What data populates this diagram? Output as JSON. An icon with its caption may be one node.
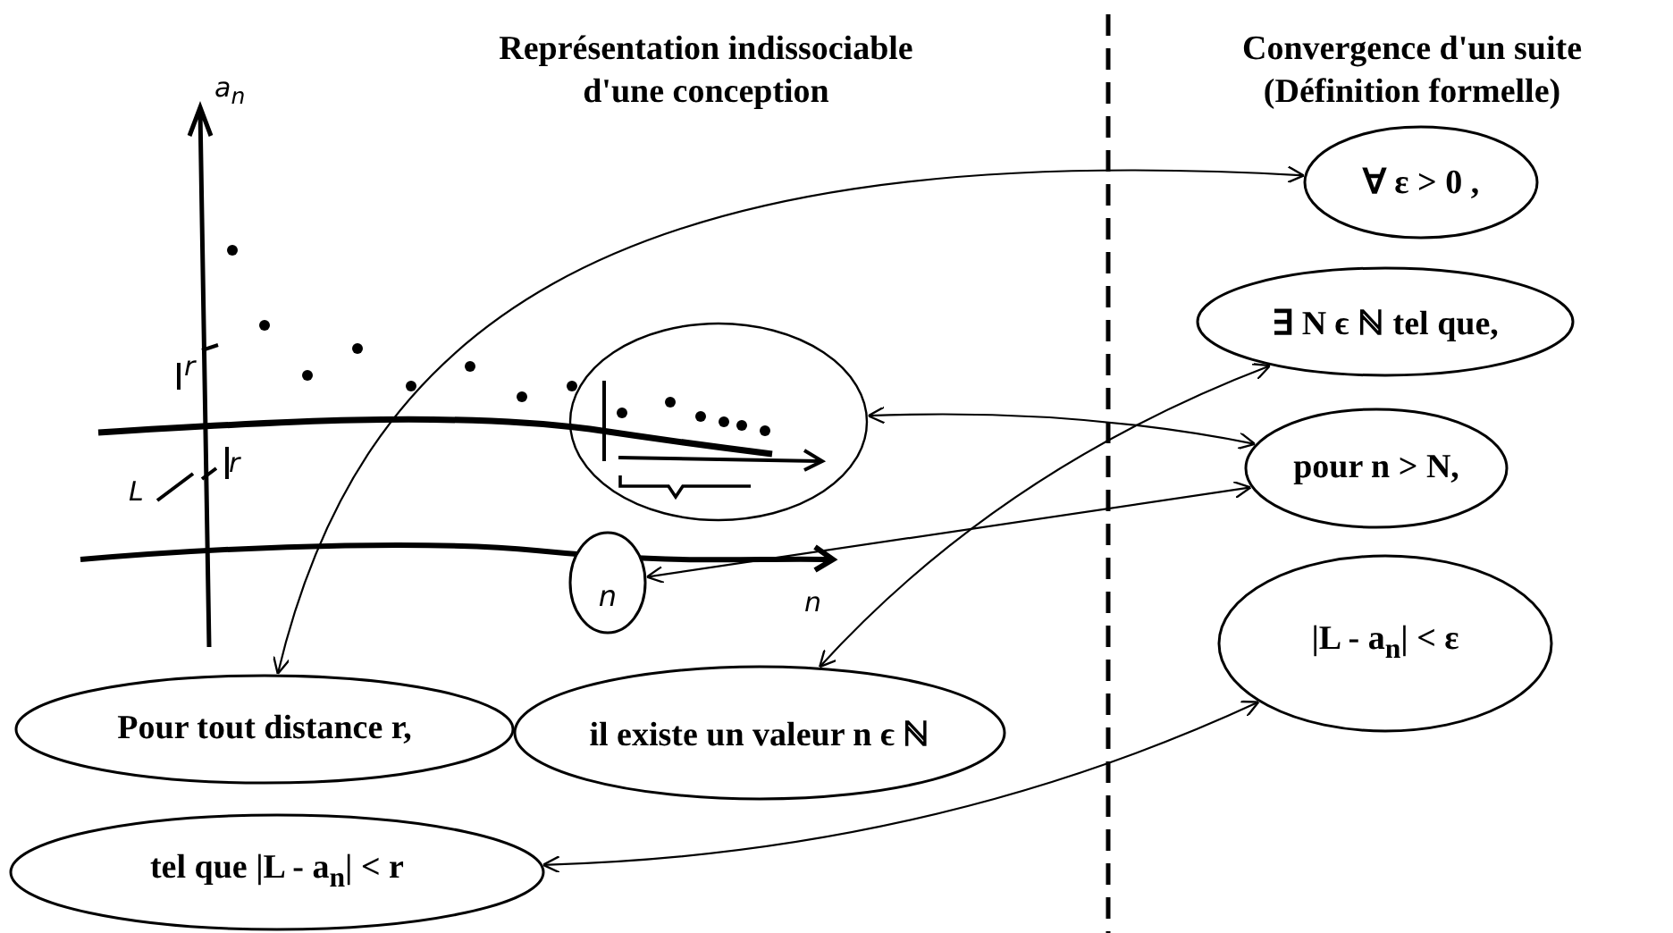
{
  "diagram": {
    "nodes": [
      {
        "text": [
          "∀  ε > 0 ,"
        ]
      },
      {
        "text": [
          "∃ N ϵ ℕ tel que,"
        ]
      },
      {
        "text": [],
        "shape": "circle"
      },
      {
        "text": [
          "pour n > N,"
        ]
      },
      {
        "text": [
          "n"
        ]
      },
      {
        "text": [
          "|L - a$_{n}$| < ε"
        ]
      },
      {
        "text": [
          "Pour tout distance r,"
        ]
      },
      {
        "text": [
          "il existe un valeur n ϵ ℕ"
        ]
      },
      {
        "text": [
          "tel que |L - a$_{n}$| < r"
        ]
      }
    ],
    "edges": [
      {
        "from": 6,
        "to": 0,
        "arrow": "both"
      },
      {
        "from": 2,
        "to": 3,
        "arrow": "both"
      },
      {
        "from": 4,
        "to": 3,
        "arrow": "both"
      },
      {
        "from": 7,
        "to": 1,
        "arrow": "both"
      },
      {
        "from": 8,
        "to": 5,
        "arrow": "both"
      }
    ],
    "labels": [
      "Représentation indissociable d'une conception",
      "Convergence d'un suite (Définition formelle)",
      "a$_{n}$",
      "r",
      "L",
      "r",
      "n"
    ]
  }
}
